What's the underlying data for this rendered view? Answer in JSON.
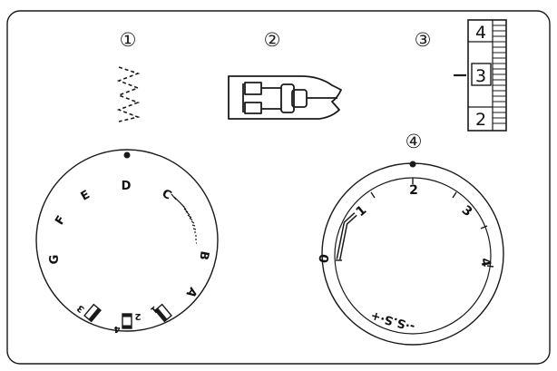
{
  "callouts": [
    "①",
    "②",
    "③",
    "④"
  ],
  "stitch_selector": {
    "letters": [
      "D",
      "E",
      "F",
      "G",
      "C",
      "B",
      "A"
    ],
    "buttonhole_steps": [
      "1",
      "2",
      "3",
      "4"
    ]
  },
  "length_scale": {
    "cells": [
      "4",
      "3",
      "2"
    ],
    "selected": "3"
  },
  "length_dial": {
    "numbers": [
      "0",
      "1",
      "2",
      "3",
      "4"
    ],
    "ss_label": "-·S.S·+"
  },
  "colors": {
    "line": "#1a1a1a",
    "background": "#ffffff"
  }
}
